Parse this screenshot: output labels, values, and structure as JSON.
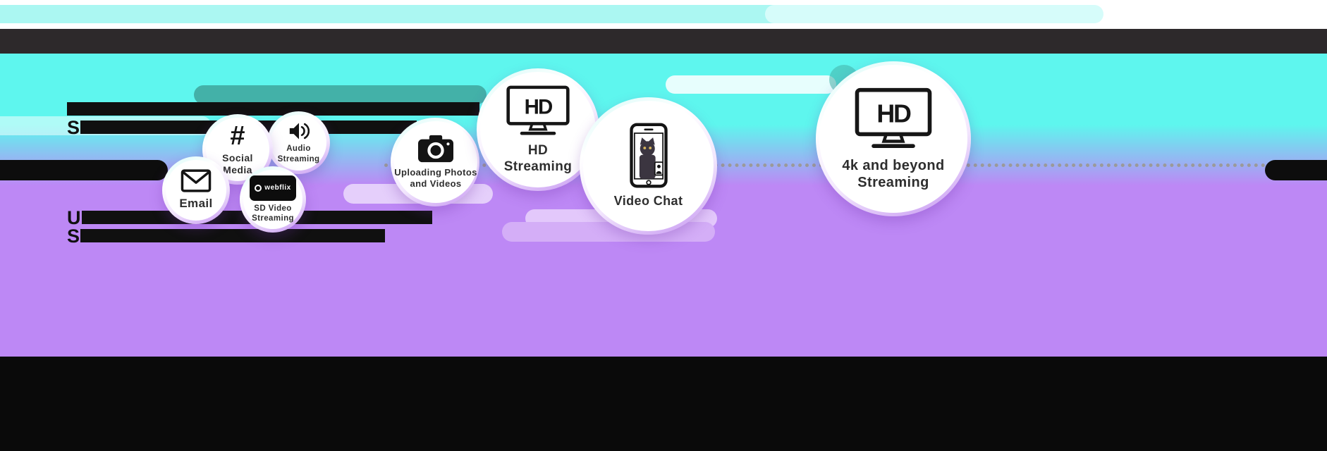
{
  "colors": {
    "cyan_bg": "#5EF6EE",
    "purple_bg": "#BD88F5",
    "teal_pill": "#43B1A8",
    "light_purple_pill": "#D4AEF7",
    "dark_top_bar": "#2D292B",
    "black": "#0D0D0D"
  },
  "redacted": {
    "blockA": {
      "line2_prefix": "S"
    },
    "blockB": {
      "line1_prefix": "U",
      "line2_prefix": "S"
    }
  },
  "bubbles": [
    {
      "id": "email",
      "label": "Email"
    },
    {
      "id": "social-media",
      "label": "Social Media",
      "icon_text": "#"
    },
    {
      "id": "audio-streaming",
      "label": "Audio Streaming"
    },
    {
      "id": "sd-video-streaming",
      "label": "SD Video Streaming",
      "badge_text": "webflix"
    },
    {
      "id": "uploading-photos-and-videos",
      "label": "Uploading Photos and Videos"
    },
    {
      "id": "hd-streaming",
      "label": "HD Streaming",
      "icon_text": "HD"
    },
    {
      "id": "video-chat",
      "label": "Video Chat"
    },
    {
      "id": "4k-and-beyond-streaming",
      "label": "4k and beyond Streaming",
      "icon_text": "HD"
    }
  ]
}
